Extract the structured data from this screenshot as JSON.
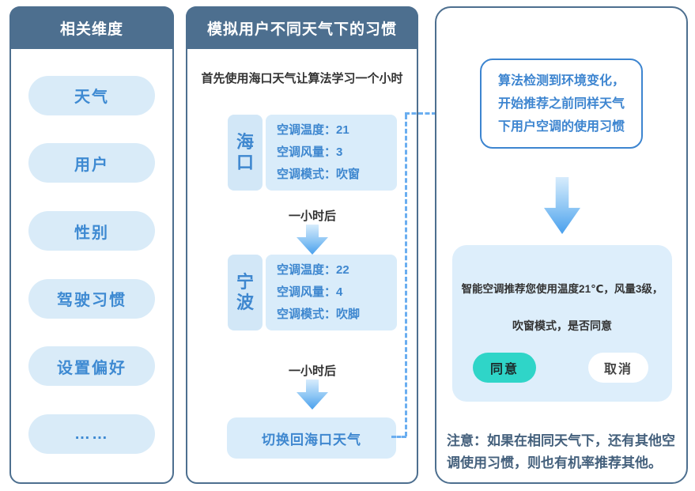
{
  "colors": {
    "header_bg": "#4d6f8f",
    "panel_border": "#4d6f8f",
    "pill_bg": "#d9ebf8",
    "accent_blue": "#3e87cf",
    "dash_blue": "#6aaef0",
    "bubble_border": "#3d85d0",
    "card_bg": "#ddeefb",
    "agree_teal": "#2fd5c8"
  },
  "left_panel": {
    "title": "相关维度",
    "items": [
      "天气",
      "用户",
      "性别",
      "驾驶习惯",
      "设置偏好",
      "……"
    ]
  },
  "middle_panel": {
    "title": "模拟用户不同天气下的习惯",
    "intro": "首先使用海口天气让算法学习一个小时",
    "interval_label": "一小时后",
    "steps": [
      {
        "city": "海口",
        "line1": "空调温度：21",
        "line2": "空调风量：3",
        "line3": "空调模式：吹窗"
      },
      {
        "city": "宁波",
        "line1": "空调温度：22",
        "line2": "空调风量：4",
        "line3": "空调模式：吹脚"
      }
    ],
    "switch_label": "切换回海口天气"
  },
  "right_panel": {
    "bubble_text": "算法检测到环境变化，开始推荐之前同样天气下用户空调的使用习惯",
    "recommendation": {
      "line1": "智能空调推荐您使用温度21℃，风量3级，",
      "line2": "吹窗模式，是否同意",
      "agree_label": "同意",
      "cancel_label": "取消"
    },
    "note": "注意：如果在相同天气下，还有其他空调使用习惯，则也有机率推荐其他。"
  }
}
